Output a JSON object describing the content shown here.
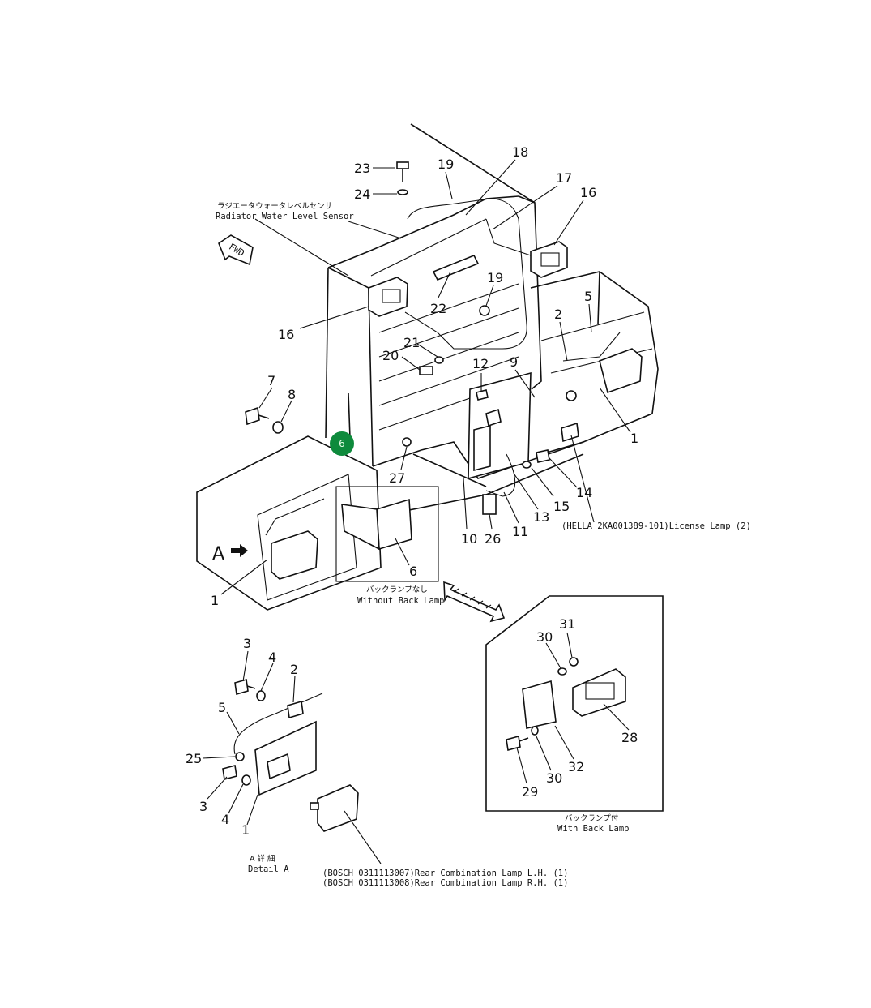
{
  "parts": {
    "p1a": "1",
    "p1b": "1",
    "p1c": "1",
    "p2a": "2",
    "p2b": "2",
    "p3a": "3",
    "p3b": "3",
    "p4a": "4",
    "p4b": "4",
    "p5a": "5",
    "p5b": "5",
    "p6": "6",
    "p7": "7",
    "p8": "8",
    "p9": "9",
    "p10": "10",
    "p11": "11",
    "p12": "12",
    "p13": "13",
    "p14": "14",
    "p15": "15",
    "p16a": "16",
    "p16b": "16",
    "p17": "17",
    "p18": "18",
    "p19a": "19",
    "p19b": "19",
    "p20": "20",
    "p21": "21",
    "p22": "22",
    "p23": "23",
    "p24": "24",
    "p25": "25",
    "p26": "26",
    "p27": "27",
    "p28": "28",
    "p29": "29",
    "p30a": "30",
    "p30b": "30",
    "p31": "31",
    "p32": "32"
  },
  "labels": {
    "sensor_jp": "ラジエータウォータレベルセンサ",
    "sensor_en": "Radiator  Water  Level  Sensor",
    "fwd": "FWD",
    "view_a": "A",
    "license_lamp": "(HELLA  2KA001389-101)License  Lamp  (2)",
    "without_jp": "バックランプなし",
    "without_en": "Without Back Lamp",
    "with_jp": "バックランプ付",
    "with_en": "With Back Lamp",
    "detail_jp": "A  詳  細",
    "detail_en": "Detail  A",
    "rear_lh": "(BOSCH  0311113007)Rear  Combination  Lamp  L.H.  (1)",
    "rear_rh": "(BOSCH  0311113008)Rear  Combination  Lamp  R.H.  (1)"
  },
  "hotspot": {
    "label": "6",
    "color": "#0e8a3c"
  }
}
